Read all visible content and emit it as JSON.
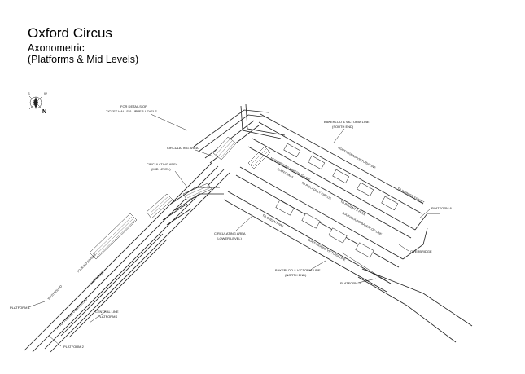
{
  "title": "Oxford Circus",
  "subtitle_1": "Axonometric",
  "subtitle_2": "(Platforms & Mid Levels)",
  "compass": {
    "north": "N",
    "s_label": "S",
    "w_label": "W"
  },
  "labels": {
    "details_1": "FOR DETAILS OF",
    "details_2": "TICKET HALLS & UPPER LEVELS",
    "circulating_area": "CIRCULATING AREA",
    "circulating_mid_1": "CIRCULATING AREA",
    "circulating_mid_2": "(MID LEVEL)",
    "circulating_lower_1": "CIRCULATING AREA",
    "circulating_lower_2": "(LOWER LEVEL)",
    "bv_south_1": "BAKERLOO & VICTORIA LINE",
    "bv_south_2": "(SOUTH END)",
    "bv_north_1": "BAKERLOO & VICTORIA LINE",
    "bv_north_2": "(NORTH END)",
    "nb_victoria": "NORTHBOUND VICTORIA LINE",
    "to_warren_street": "TO WARREN STREET",
    "platform_6": "PLATFORM 6",
    "nb_bakerloo": "NORTHBOUND BAKERLOO LINE",
    "platform_5": "PLATFORM 5",
    "to_regents_park": "TO REGENT'S PARK",
    "to_piccadilly": "TO PICCADILLY CIRCUS",
    "sb_bakerloo": "SOUTHBOUND BAKERLOO LINE",
    "to_green_park": "TO GREEN PARK",
    "overbridge": "OVERBRIDGE",
    "sb_victoria": "SOUTHBOUND VICTORIA LINE",
    "platform_3": "PLATFORM 3",
    "to_bond_street": "TO BOND STREET",
    "westbound": "WESTBOUND",
    "eastbound": "EASTBOUND",
    "platform_1": "PLATFORM 1",
    "to_tottenham": "TO TOTTENHAM COURT ROAD",
    "central_line_1": "CENTRAL LINE",
    "central_line_2": "PLATFORMS",
    "platform_2": "PLATFORM 2"
  }
}
